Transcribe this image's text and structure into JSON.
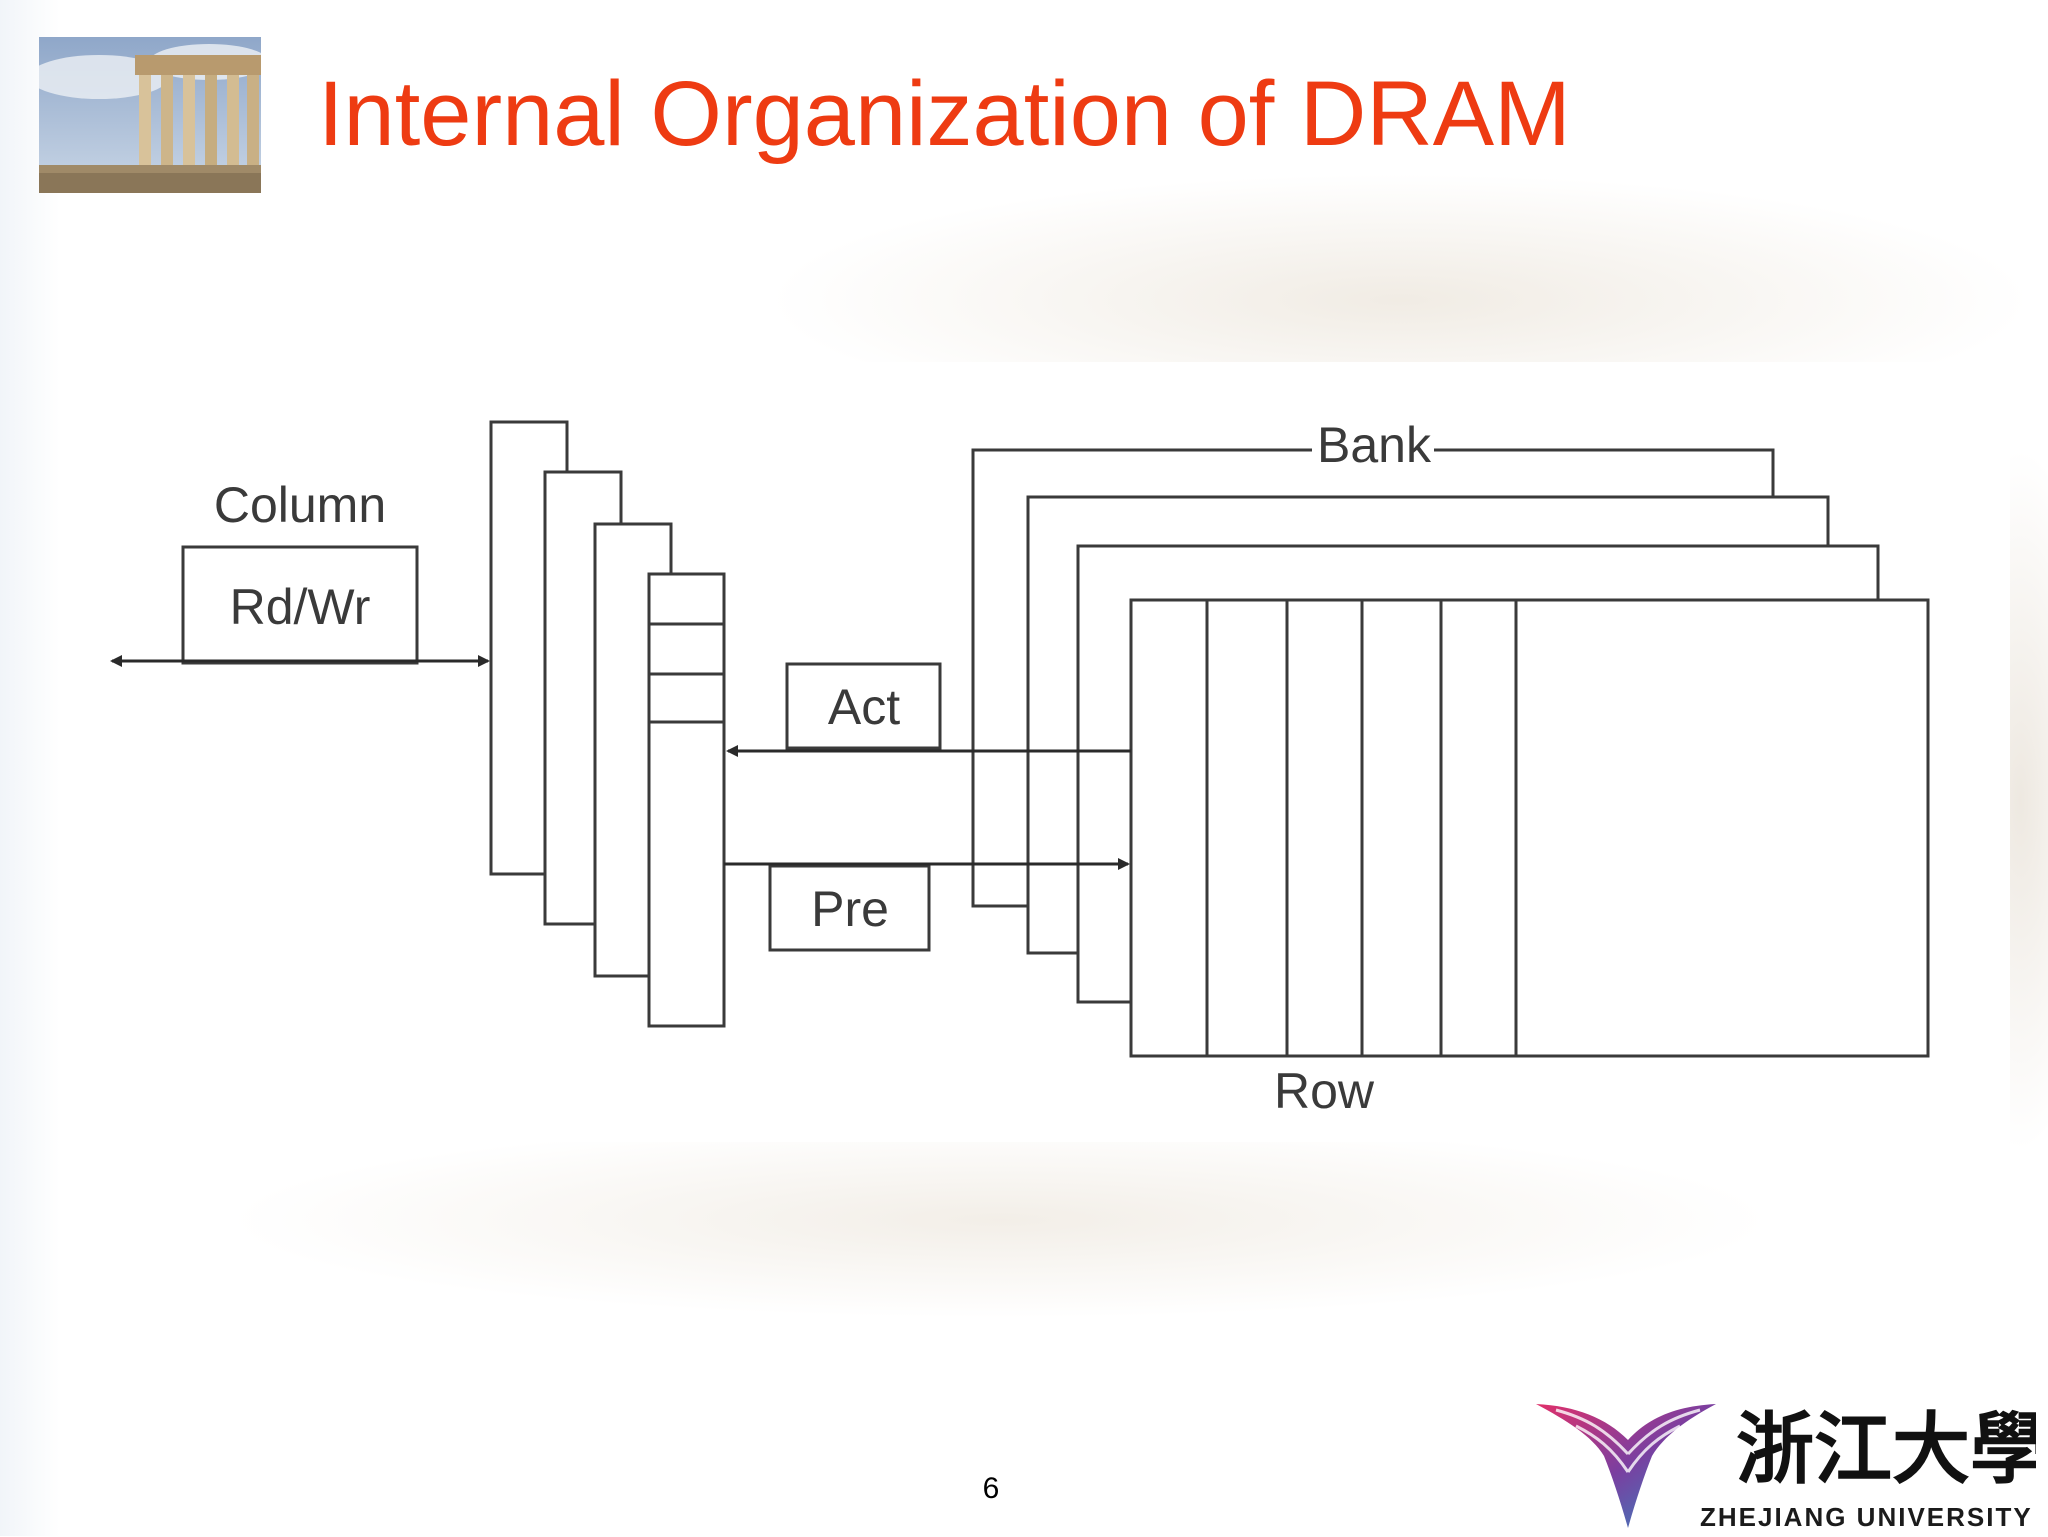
{
  "slide": {
    "title": "Internal Organization of DRAM",
    "page_number": "6"
  },
  "diagram": {
    "labels": {
      "column": "Column",
      "rd_wr": "Rd/Wr",
      "bank": "Bank",
      "act": "Act",
      "pre": "Pre",
      "row": "Row"
    }
  },
  "logo": {
    "name_en": "ZHEJIANG UNIVERSITY",
    "name_cn": "浙江大學"
  },
  "colors": {
    "title": "#ee3b12",
    "line": "#3a3a3a"
  }
}
